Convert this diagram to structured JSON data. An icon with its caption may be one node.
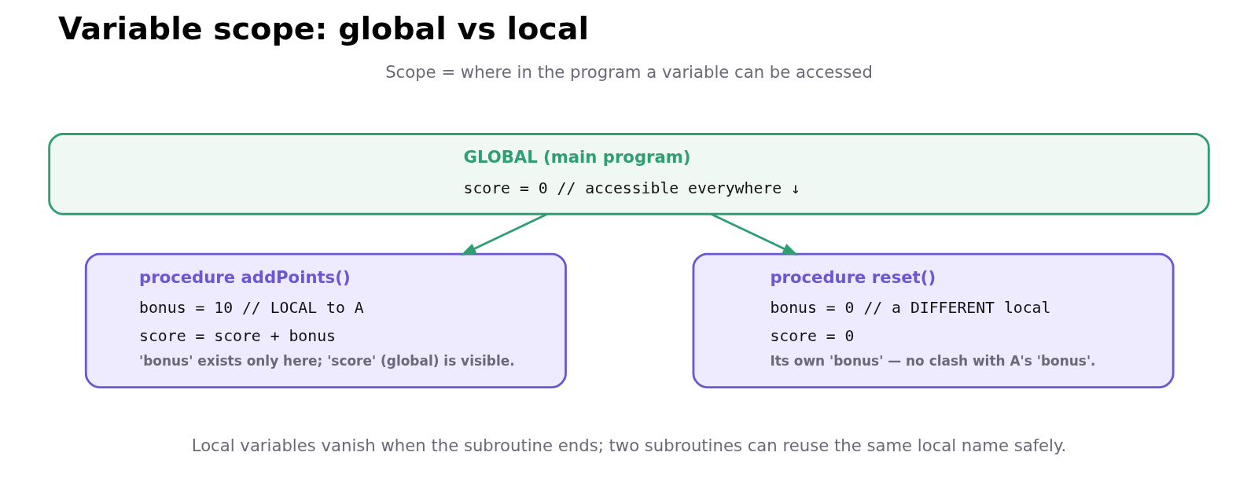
{
  "diagram": {
    "title": "Variable scope: global vs local",
    "caption": "Local variables vanish when the subroutine ends; two subroutines can reuse the same local name safely.",
    "nodes": [
      {
        "text": [
          "GLOBAL (main program)",
          "score = 0 // accessible everywhere ↓"
        ]
      },
      {
        "text": [
          "procedure addPoints()",
          "bonus = 10 // LOCAL to A",
          "score = score + bonus",
          "'bonus' exists only here; 'score' (global) is visible."
        ]
      },
      {
        "text": [
          "procedure reset()",
          "bonus = 0 // a DIFFERENT local",
          "score = 0",
          "Its own 'bonus' — no clash with A's 'bonus'."
        ]
      }
    ],
    "edges": [
      {
        "from": 0,
        "to": 1,
        "arrow": "to"
      },
      {
        "from": 0,
        "to": 2,
        "arrow": "to"
      }
    ],
    "labels": [
      "Scope = where in the program a variable can be accessed"
    ]
  }
}
